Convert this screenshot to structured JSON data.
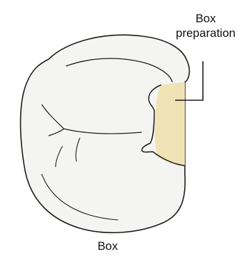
{
  "labels": {
    "box_preparation_line1": "Box",
    "box_preparation_line2": "preparation",
    "caption": "Box"
  },
  "colors": {
    "tooth_fill": "#f4f4f2",
    "tooth_outline": "#1a1a1a",
    "box_fill": "#efe2b4",
    "leader_line": "#1a1a1a"
  }
}
